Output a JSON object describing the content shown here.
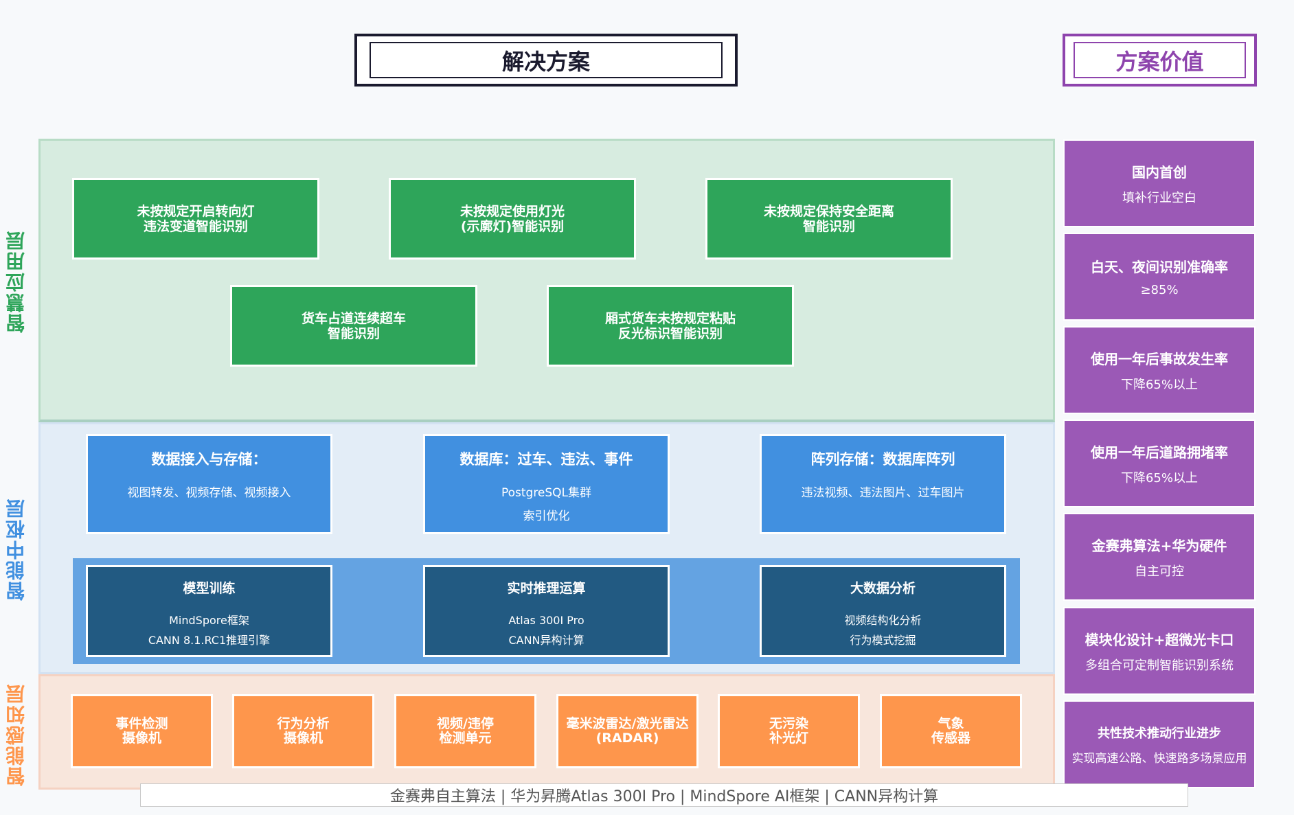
{
  "header": {
    "solution_title": "解决方案",
    "value_title": "方案价值"
  },
  "layers": {
    "application": {
      "label": "智慧应用层",
      "color": "#2ea55a",
      "items": [
        {
          "line1": "未按规定开启转向灯",
          "line2": "违法变道智能识别"
        },
        {
          "line1": "未按规定使用灯光",
          "line2": "(示廓灯)智能识别"
        },
        {
          "line1": "未按规定保持安全距离",
          "line2": "智能识别"
        },
        {
          "line1": "货车占道连续超车",
          "line2": "智能识别"
        },
        {
          "line1": "厢式货车未按规定粘贴",
          "line2": "反光标识智能识别"
        }
      ]
    },
    "hub": {
      "label": "智能中枢层",
      "color": "#4190e0",
      "storage": [
        {
          "title": "数据接入与存储：",
          "lines": [
            "视图转发、视频存储、视频接入"
          ]
        },
        {
          "title": "数据库：过车、违法、事件",
          "lines": [
            "PostgreSQL集群",
            "索引优化"
          ]
        },
        {
          "title": "阵列存储：数据库阵列",
          "lines": [
            "违法视频、违法图片、过车图片"
          ]
        }
      ],
      "compute": [
        {
          "title": "模型训练",
          "lines": [
            "MindSpore框架",
            "CANN 8.1.RC1推理引擎"
          ]
        },
        {
          "title": "实时推理运算",
          "lines": [
            "Atlas 300I Pro",
            "CANN异构计算"
          ]
        },
        {
          "title": "大数据分析",
          "lines": [
            "视频结构化分析",
            "行为模式挖掘"
          ]
        }
      ]
    },
    "perception": {
      "label": "智能感知层",
      "color": "#fe964c",
      "items": [
        {
          "line1": "事件检测",
          "line2": "摄像机"
        },
        {
          "line1": "行为分析",
          "line2": "摄像机"
        },
        {
          "line1": "视频/违停",
          "line2": "检测单元"
        },
        {
          "line1": "毫米波雷达/激光雷达",
          "line2": "(RADAR)"
        },
        {
          "line1": "无污染",
          "line2": "补光灯"
        },
        {
          "line1": "气象",
          "line2": "传感器"
        }
      ]
    }
  },
  "values": [
    {
      "title": "国内首创",
      "sub": "填补行业空白"
    },
    {
      "title": "白天、夜间识别准确率",
      "sub": "≥85%"
    },
    {
      "title": "使用一年后事故发生率",
      "sub": "下降65%以上"
    },
    {
      "title": "使用一年后道路拥堵率",
      "sub": "下降65%以上"
    },
    {
      "title": "金赛弗算法+华为硬件",
      "sub": "自主可控"
    },
    {
      "title": "模块化设计+超微光卡口",
      "sub": "多组合可定制智能识别系统"
    },
    {
      "title": "共性技术推动行业进步",
      "sub": "实现高速公路、快速路多场景应用"
    }
  ],
  "footer": {
    "text": "金赛弗自主算法 | 华为昇腾Atlas 300I Pro | MindSpore AI框架 | CANN异构计算"
  }
}
